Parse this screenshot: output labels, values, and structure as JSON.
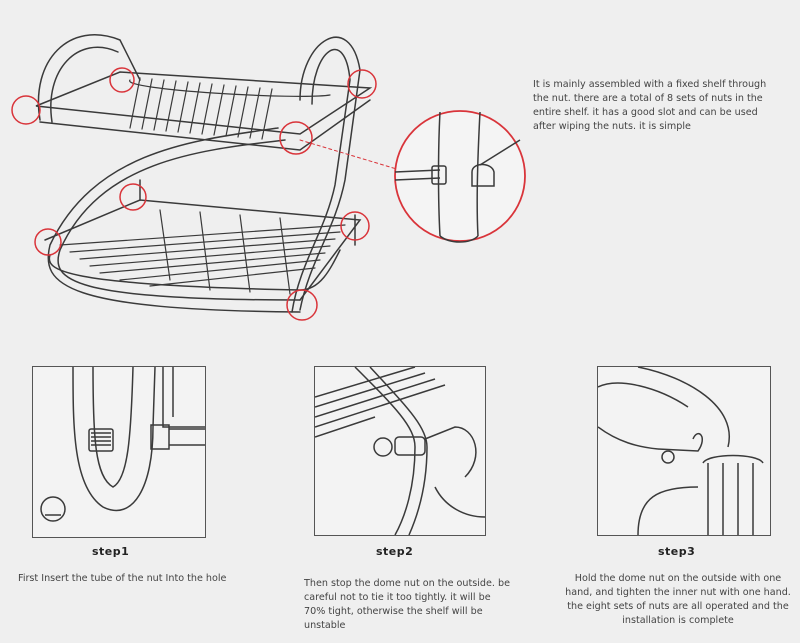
{
  "description": "It is mainly assembled with a fixed shelf through the nut. there are a total of 8 sets of nuts in the entire shelf. it has a good slot and can be used after wiping the nuts. it is simple",
  "steps": [
    {
      "label": "step1",
      "caption": "First Insert the tube of the nut Into the hole"
    },
    {
      "label": "step2",
      "caption": "Then stop the dome nut on the outside. be careful not to tie it too tightly. it will be 70% tight, otherwise the shelf will be unstable"
    },
    {
      "label": "step3",
      "caption": "Hold the dome nut on the outside with one hand, and tighten the inner nut with one hand. the eight sets of nuts are all operated and the installation is complete"
    }
  ],
  "colors": {
    "highlight_circle": "#d9343a",
    "line": "#3a3a3a"
  }
}
